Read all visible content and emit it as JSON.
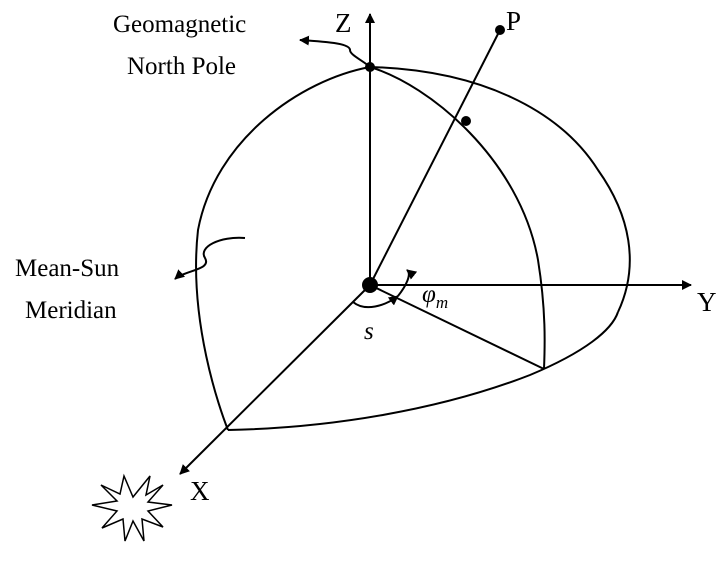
{
  "labels": {
    "axis_z": "Z",
    "axis_y": "Y",
    "axis_x": "X",
    "point_p": "P",
    "pole_line1": "Geomagnetic",
    "pole_line2": "North Pole",
    "meridian_line1": "Mean-Sun",
    "meridian_line2": "Meridian",
    "angle_s": "s",
    "angle_phi": "φ",
    "angle_phi_sub": "m"
  },
  "icons": {
    "sun": "sun-icon"
  },
  "colors": {
    "stroke": "#000000",
    "background": "#ffffff"
  }
}
